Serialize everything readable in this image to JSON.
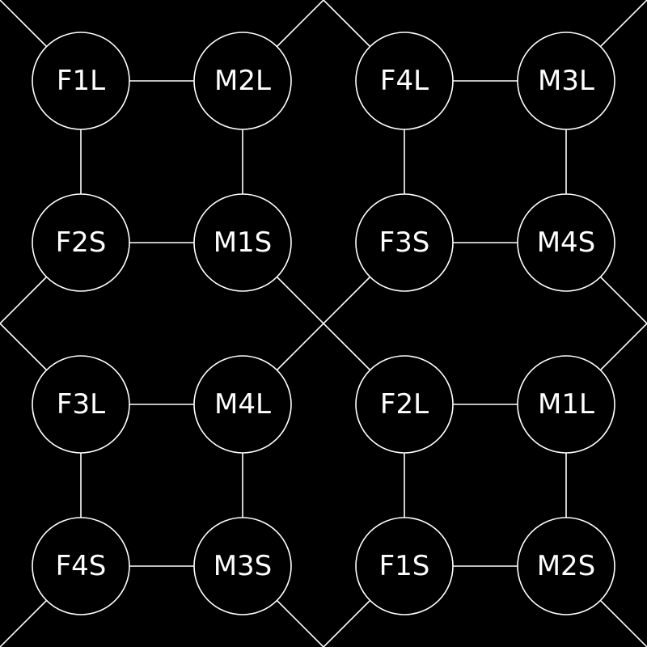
{
  "diagram": {
    "background_color": "#000000",
    "foreground_color": "#ffffff",
    "nodes": [
      {
        "id": "F1L",
        "label": "F1L"
      },
      {
        "id": "M2L",
        "label": "M2L"
      },
      {
        "id": "F4L",
        "label": "F4L"
      },
      {
        "id": "M3L",
        "label": "M3L"
      },
      {
        "id": "F2S",
        "label": "F2S"
      },
      {
        "id": "M1S",
        "label": "M1S"
      },
      {
        "id": "F3S",
        "label": "F3S"
      },
      {
        "id": "M4S",
        "label": "M4S"
      },
      {
        "id": "F3L",
        "label": "F3L"
      },
      {
        "id": "M4L",
        "label": "M4L"
      },
      {
        "id": "F2L",
        "label": "F2L"
      },
      {
        "id": "M1L",
        "label": "M1L"
      },
      {
        "id": "F4S",
        "label": "F4S"
      },
      {
        "id": "M3S",
        "label": "M3S"
      },
      {
        "id": "F1S",
        "label": "F1S"
      },
      {
        "id": "M2S",
        "label": "M2S"
      }
    ],
    "edges": [
      [
        "F1L",
        "M2L"
      ],
      [
        "F1L",
        "F2S"
      ],
      [
        "M2L",
        "M1S"
      ],
      [
        "F2S",
        "M1S"
      ],
      [
        "F4L",
        "M3L"
      ],
      [
        "F4L",
        "F3S"
      ],
      [
        "M3L",
        "M4S"
      ],
      [
        "F3S",
        "M4S"
      ],
      [
        "F3L",
        "M4L"
      ],
      [
        "F3L",
        "F4S"
      ],
      [
        "M4L",
        "M3S"
      ],
      [
        "F4S",
        "M3S"
      ],
      [
        "F2L",
        "M1L"
      ],
      [
        "F2L",
        "F1S"
      ],
      [
        "M1L",
        "M2S"
      ],
      [
        "F1S",
        "M2S"
      ],
      [
        "M1S",
        "F2L"
      ],
      [
        "F3S",
        "M4L"
      ],
      [
        "F1L",
        "M3L"
      ],
      [
        "F4L",
        "M2L"
      ],
      [
        "F2S",
        "F3L"
      ],
      [
        "M4S",
        "M1L"
      ],
      [
        "F4S",
        "M2S"
      ],
      [
        "F1S",
        "M3S"
      ]
    ]
  }
}
